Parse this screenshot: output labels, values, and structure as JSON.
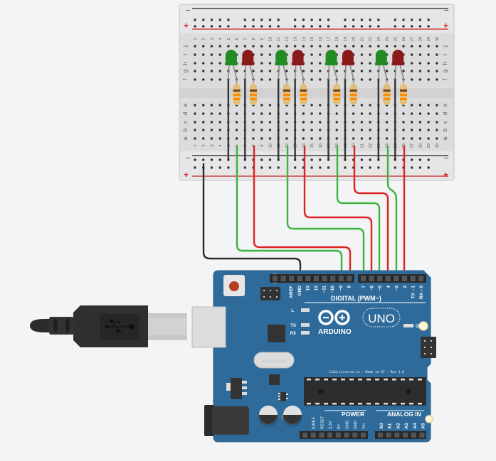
{
  "app": {
    "title": "Tinkercad Circuits - Arduino traffic LEDs"
  },
  "breadboard": {
    "columns": [
      "1",
      "2",
      "3",
      "4",
      "5",
      "6",
      "7",
      "8",
      "9",
      "10",
      "11",
      "12",
      "13",
      "14",
      "15",
      "16",
      "17",
      "18",
      "19",
      "20",
      "21",
      "22",
      "23",
      "24",
      "25",
      "26",
      "27",
      "28",
      "29",
      "30"
    ],
    "rows_top": [
      "j",
      "i",
      "h",
      "g",
      "f"
    ],
    "rows_bottom": [
      "e",
      "d",
      "c",
      "b",
      "a"
    ],
    "rail_minus": "−",
    "rail_plus": "+",
    "colors": {
      "rail_minus": "#222222",
      "rail_plus": "#cc2222"
    }
  },
  "leds": [
    {
      "color": "green",
      "hex": "#228b22",
      "column": 5
    },
    {
      "color": "red",
      "hex": "#8b1a1a",
      "column": 7
    },
    {
      "color": "green",
      "hex": "#228b22",
      "column": 11
    },
    {
      "color": "red",
      "hex": "#8b1a1a",
      "column": 13
    },
    {
      "color": "green",
      "hex": "#228b22",
      "column": 17
    },
    {
      "color": "red",
      "hex": "#8b1a1a",
      "column": 19
    },
    {
      "color": "green",
      "hex": "#228b22",
      "column": 23
    },
    {
      "color": "red",
      "hex": "#8b1a1a",
      "column": 25
    }
  ],
  "wires": [
    {
      "color": "#2b2b2b",
      "from": "breadboard rail -",
      "to": "GND"
    },
    {
      "color": "#3cb43c",
      "from": "col 6",
      "to": "~9"
    },
    {
      "color": "#dd2222",
      "from": "col 8",
      "to": "8"
    },
    {
      "color": "#3cb43c",
      "from": "col 12",
      "to": "7"
    },
    {
      "color": "#dd2222",
      "from": "col 14",
      "to": "~6"
    },
    {
      "color": "#3cb43c",
      "from": "col 18",
      "to": "~5"
    },
    {
      "color": "#dd2222",
      "from": "col 20",
      "to": "4"
    },
    {
      "color": "#3cb43c",
      "from": "col 24",
      "to": "~3"
    },
    {
      "color": "#dd2222",
      "from": "col 26",
      "to": "2"
    }
  ],
  "arduino": {
    "brand": "ARDUINO",
    "model": "UNO",
    "digital_label": "DIGITAL (PWM~)",
    "digital_pins_left": [
      "AREF",
      "GND",
      "13",
      "12",
      "~11",
      "~10",
      "~9",
      "8"
    ],
    "digital_pins_right": [
      "7",
      "~6",
      "~5",
      "4",
      "~3",
      "2",
      "TX→1",
      "RX←0"
    ],
    "led_labels": {
      "l": "L",
      "tx": "TX",
      "rx": "RX",
      "on": "ON"
    },
    "credit": "123d.circuits.io - Made in SF - Rev 1.0",
    "crystal": "SFX16.000G",
    "power_label": "POWER",
    "power_pins": [
      "IOREF",
      "RESET",
      "3.3V",
      "5V",
      "GND",
      "GND",
      "Vin"
    ],
    "analog_label": "ANALOG IN",
    "analog_pins": [
      "A0",
      "A1",
      "A2",
      "A3",
      "A4",
      "A5"
    ],
    "board_color": "#2f6b9a"
  },
  "usb_cable": {
    "icon": "usb-icon"
  }
}
